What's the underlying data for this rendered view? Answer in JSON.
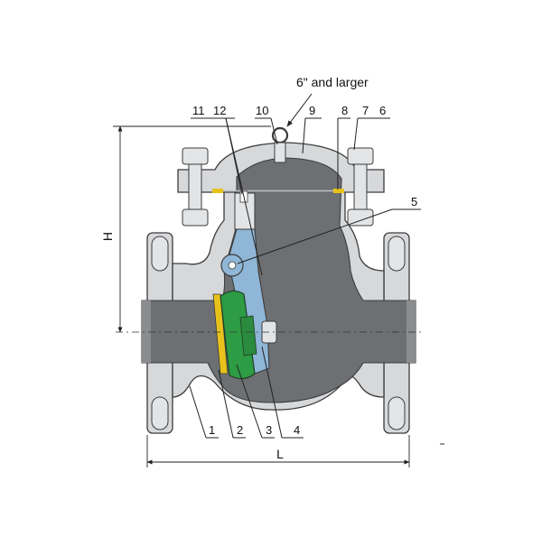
{
  "callouts": {
    "note": "6\" and larger",
    "c1": "1",
    "c2": "2",
    "c3": "3",
    "c4": "4",
    "c5": "5",
    "c6": "6",
    "c7": "7",
    "c8": "8",
    "c9": "9",
    "c10": "10",
    "c11": "11",
    "c12": "12"
  },
  "dimensions": {
    "height": "H",
    "length": "L"
  },
  "colors": {
    "body": "#d6d8da",
    "cavity": "#6d6f72",
    "disc": "#2e9b45",
    "arm": "#8fb6d6",
    "seat_ring": "#e8c21a",
    "bolt": "#e2e4e6",
    "outline": "#3c3c3c"
  }
}
